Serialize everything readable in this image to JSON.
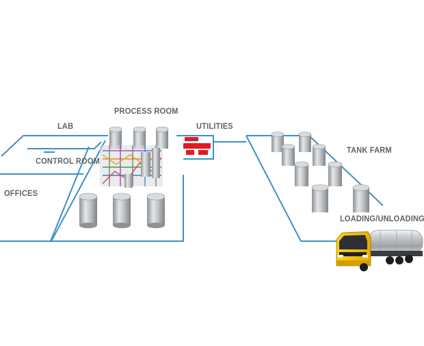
{
  "labels": {
    "process_room": "PROCESS ROOM",
    "lab": "LAB",
    "utilities": "UTILITIES",
    "control_room": "CONTROL ROOM",
    "tank_farm": "TANK FARM",
    "offices": "OFFICES",
    "loading_unloading": "LOADING/UNLOADING"
  },
  "colors": {
    "outline": "#3d8fc6",
    "label_text": "#5f6266",
    "utilities_block": "#e01b24",
    "truck_cab": "#f5c400",
    "tank_metal": "#c9cccf"
  }
}
